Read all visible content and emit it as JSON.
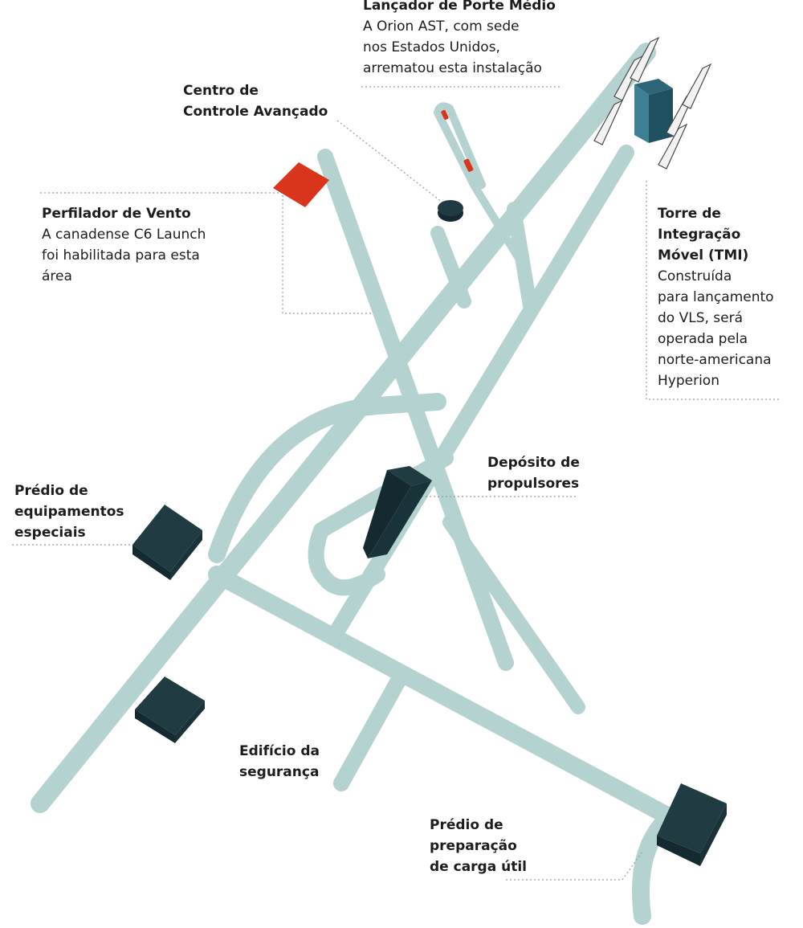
{
  "labels": {
    "lancador": {
      "title": [
        "Lançador de Porte Médio"
      ],
      "desc": [
        "A Orion AST, com sede",
        "nos Estados Unidos,",
        "arrematou esta instalação"
      ]
    },
    "centro": {
      "title": [
        "Centro de",
        "Controle Avançado"
      ],
      "desc": []
    },
    "perfilador": {
      "title": [
        "Perfilador de Vento"
      ],
      "desc": [
        "A canadense C6 Launch",
        "foi habilitada para esta",
        "área"
      ]
    },
    "torre": {
      "title": [
        "Torre de",
        "Integração",
        "Móvel (TMI)"
      ],
      "desc": [
        "Construída",
        "para lançamento",
        "do VLS, será",
        "operada pela",
        "norte-americana",
        "Hyperion"
      ]
    },
    "deposito": {
      "title": [
        "Depósito de",
        "propulsores"
      ],
      "desc": []
    },
    "equipamentos": {
      "title": [
        "Prédio de",
        "equipamentos",
        "especiais"
      ],
      "desc": []
    },
    "seguranca": {
      "title": [
        "Edifício da",
        "segurança"
      ],
      "desc": []
    },
    "carga": {
      "title": [
        "Prédio de",
        "preparação",
        "de carga útil"
      ],
      "desc": []
    }
  },
  "colors": {
    "road": "#b4d2d0",
    "building": "#213b42",
    "wind_profiler": "#d9341c",
    "tower": "#3d7f95",
    "text": "#1d1d1b"
  }
}
